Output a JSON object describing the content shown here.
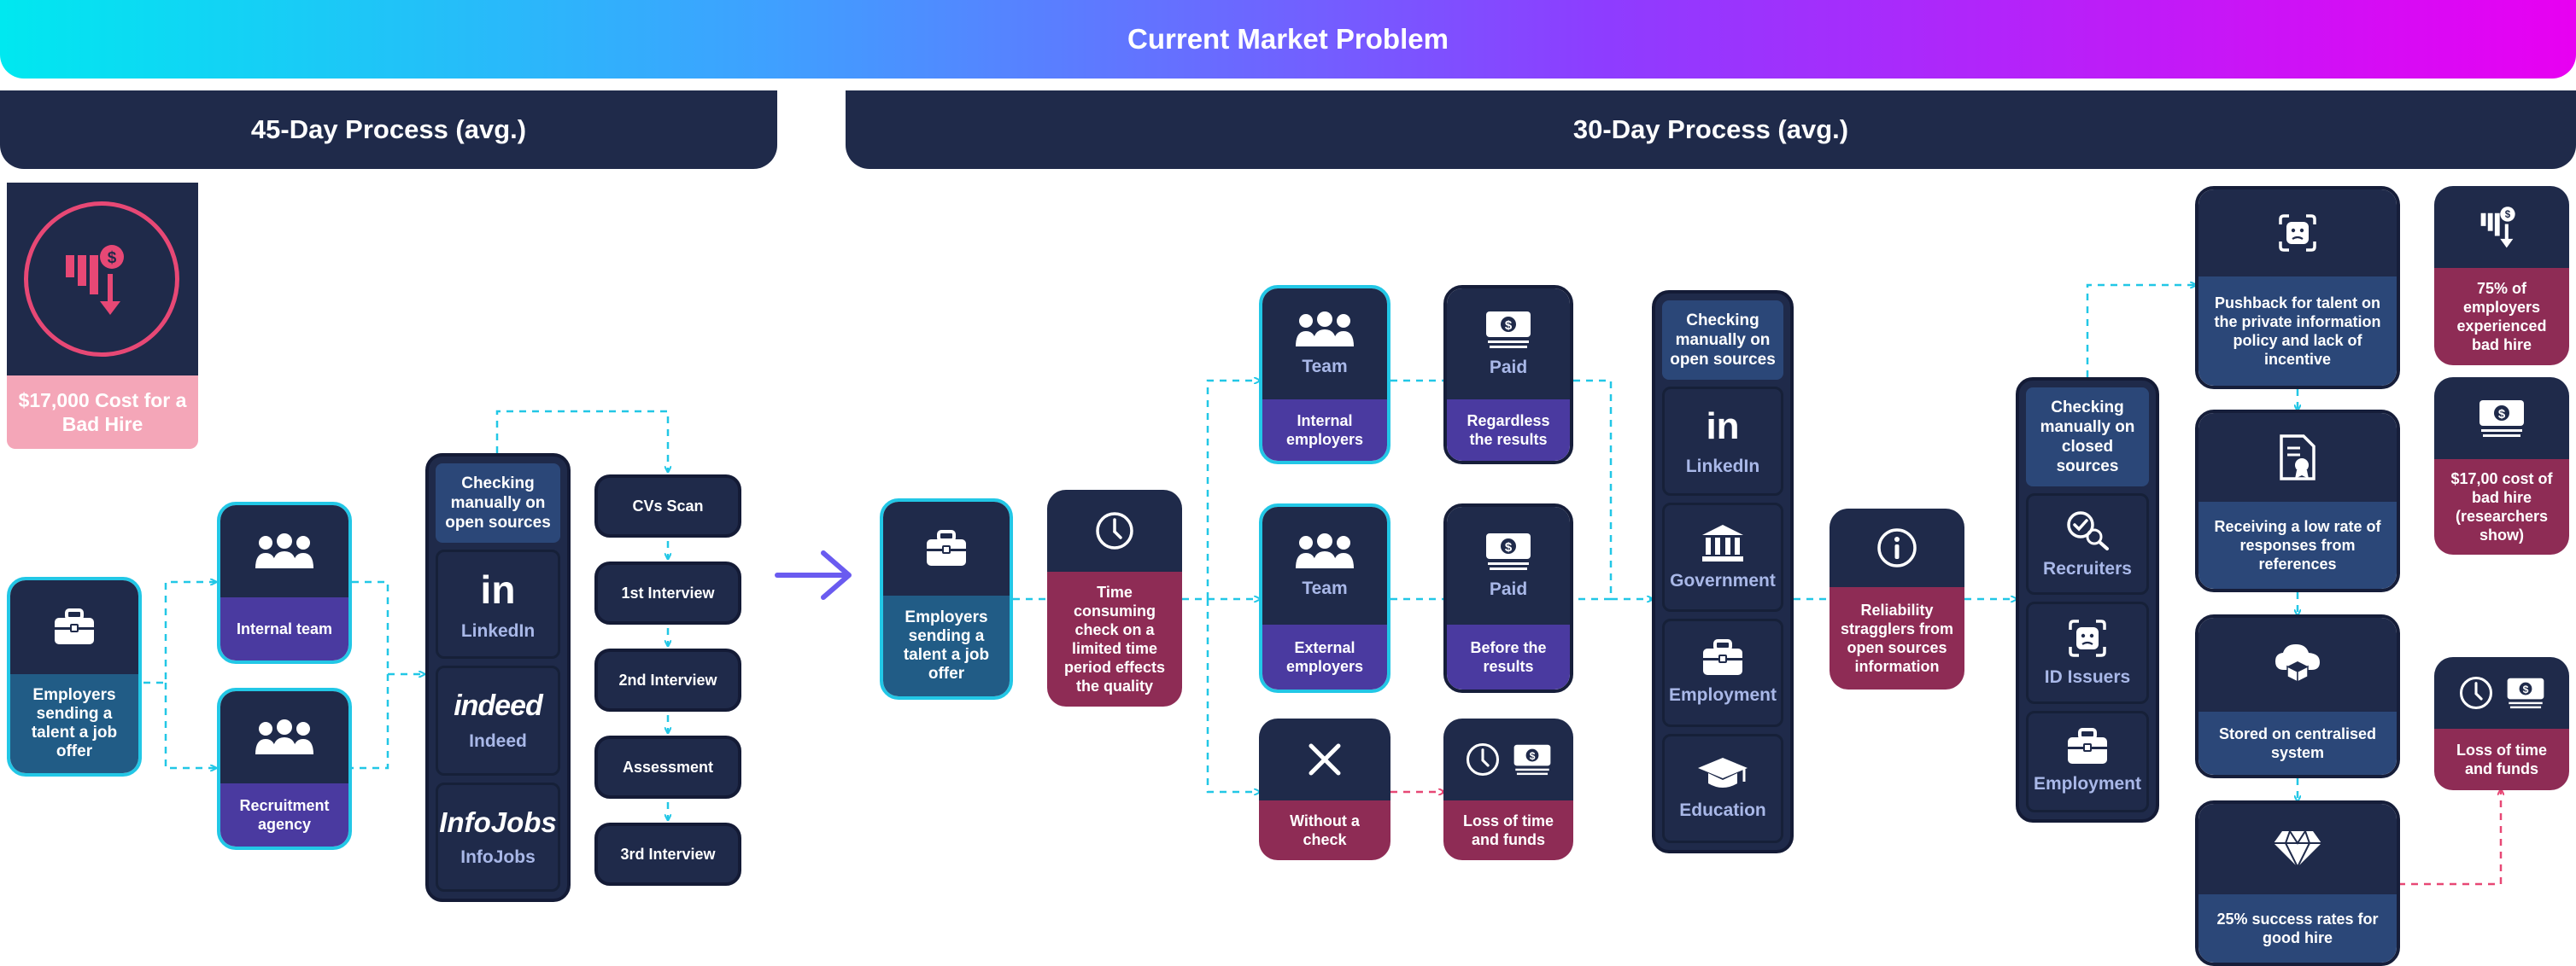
{
  "banner": {
    "title": "Current Market Problem"
  },
  "phases": {
    "left": "45-Day Process (avg.)",
    "right": "30-Day Process (avg.)"
  },
  "left": {
    "cost": {
      "label": "$17,000 Cost for a Bad Hire"
    },
    "employers": "Employers sending a talent a job offer",
    "internal_team": "Internal team",
    "recruitment_agency": "Recruitment agency",
    "sources": {
      "header": "Checking manually on open sources",
      "items": [
        "LinkedIn",
        "Indeed",
        "InfoJobs"
      ],
      "logos": [
        "in",
        "indeed",
        "InfoJobs"
      ]
    },
    "steps": [
      "CVs Scan",
      "1st Interview",
      "2nd Interview",
      "Assessment",
      "3rd Interview"
    ]
  },
  "right": {
    "employers": "Employers sending a talent a job offer",
    "time_check": "Time consuming check on a limited time period effects the quality",
    "team_internal": {
      "title": "Team",
      "desc": "Internal employers"
    },
    "team_external": {
      "title": "Team",
      "desc": "External employers"
    },
    "without_check": "Without a check",
    "paid_regardless": {
      "title": "Paid",
      "desc": "Regardless the results"
    },
    "paid_before": {
      "title": "Paid",
      "desc": "Before the results"
    },
    "loss_time_1": "Loss of time and funds",
    "open_sources": {
      "header": "Checking manually on open sources",
      "items": [
        "LinkedIn",
        "Government",
        "Employment",
        "Education"
      ]
    },
    "reliability": "Reliability stragglers from open sources information",
    "closed_sources": {
      "header": "Checking manually on closed sources",
      "items": [
        "Recruiters",
        "ID Issuers",
        "Employment"
      ]
    },
    "pushback": "Pushback for talent on the private information policy and lack of incentive",
    "low_rate": "Receiving a low rate of responses from references",
    "stored": "Stored on centralised system",
    "success": "25% success rates for good hire",
    "stat_75": "75% of employers experienced bad hire",
    "stat_cost": "$17,00 cost of bad hire (researchers show)",
    "loss_time_2": "Loss of time and funds"
  },
  "colors": {
    "navy": "#1f2a4a",
    "teal": "#215c86",
    "purple": "#4a3aa0",
    "crimson": "#8e2c55",
    "cyan": "#22c7e6",
    "pink": "#e74875",
    "arrow": "#6a5bf0"
  }
}
